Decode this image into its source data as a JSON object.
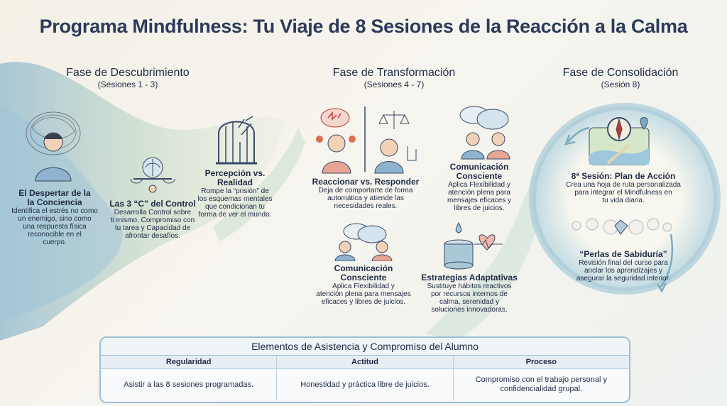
{
  "title": "Programa Mindfulness: Tu Viaje de 8 Sesiones de la Reacción a la Calma",
  "phases": [
    {
      "name": "Fase de Descubrimiento",
      "sessions": "(Sesiones 1 - 3)"
    },
    {
      "name": "Fase de Transformación",
      "sessions": "(Sesiones 4 - 7)"
    },
    {
      "name": "Fase de Consolidación",
      "sessions": "(Sesión 8)"
    }
  ],
  "discovery": {
    "awakening": {
      "title_l1": "El Despertar de la",
      "title_l2": "la Conciencia",
      "text": [
        "Identifica el estrés no como",
        "un enemigo, sino como",
        "una respuesta física",
        "reconocible en el",
        "cuerpo."
      ]
    },
    "control": {
      "title": "Las 3 “C” del Control",
      "text": [
        "Desarrolla Control sobre",
        "ti mismo, Compromiso con",
        "tu tarea y Capacidad de",
        "afrontar desafíos."
      ]
    },
    "perception": {
      "title_l1": "Percepción vs.",
      "title_l2": "Realidad",
      "text": [
        "Rompe la “prisión” de",
        "los esquemas mentales",
        "que condicionan tu",
        "forma de ver el mundo."
      ]
    }
  },
  "transformation": {
    "react": {
      "title": "Reaccionar vs. Responder",
      "text": [
        "Deja de comportarte de forma",
        "automática y atiende las",
        "necesidades reales."
      ]
    },
    "comm_top": {
      "title_l1": "Comunicación",
      "title_l2": "Consciente",
      "text": [
        "Aplica Flexibilidad y",
        "atención plena para",
        "mensajes eficaces y",
        "libres de juicios."
      ]
    },
    "comm_bottom": {
      "title_l1": "Comunicación",
      "title_l2": "Consciente",
      "text": [
        "Aplica Flexibilidad y",
        "atención plena para mensajes",
        "eficaces y libres de juicios."
      ]
    },
    "strategies": {
      "title": "Estrategias Adaptativas",
      "text": [
        "Sustituye hábitos reactivos",
        "por recursos internos de",
        "calma, serenidad y",
        "soluciones innovadoras."
      ]
    }
  },
  "consolidation": {
    "plan": {
      "title": "8ª Sesión: Plan de Acción",
      "text": [
        "Crea una hoja de ruta personalizada",
        "para integrar el Mindfulness en",
        "tu vida diaria."
      ]
    },
    "pearls": {
      "title": "“Perlas de Sabiduría”",
      "text": [
        "Revisión final del curso para",
        "anclar los aprendizajes y",
        "asegurar la seguridad interior."
      ]
    }
  },
  "table": {
    "title": "Elementos de Asistencia y Compromiso del Alumno",
    "headers": [
      "Regularidad",
      "Actitud",
      "Proceso"
    ],
    "cells": [
      "Asistir a las 8 sesiones programadas.",
      "Honestidad y práctica libre de juicios.",
      "Compromiso con el trabajo personal y\nconfidencialidad grupal."
    ]
  },
  "colors": {
    "title": "#2c3a5a",
    "wave_blue": "#9ec3d8",
    "wave_green": "#c9dcb8",
    "table_border": "#9cbfd6"
  }
}
